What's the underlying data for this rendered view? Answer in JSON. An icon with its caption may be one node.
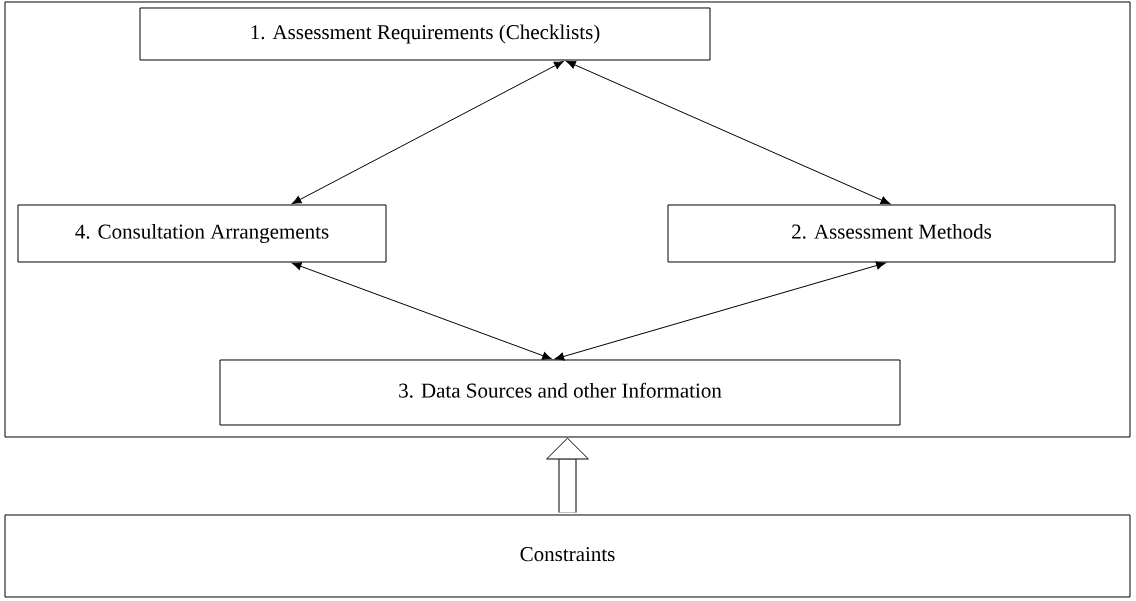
{
  "diagram": {
    "nodes": [
      {
        "text": [],
        "shape": "box"
      },
      {
        "text": [
          "1. Assessment Requirements (Checklists)"
        ],
        "in": 0
      },
      {
        "text": [
          "4. Consultation Arrangements"
        ],
        "in": 0
      },
      {
        "text": [
          "2. Assessment Methods"
        ],
        "in": 0
      },
      {
        "text": [
          "3. Data Sources and other Information"
        ],
        "in": 0
      },
      {
        "text": [
          "Constraints"
        ]
      }
    ],
    "edges": [
      {
        "from": 1,
        "to": 2,
        "arrow": "both"
      },
      {
        "from": 1,
        "to": 3,
        "arrow": "both"
      },
      {
        "from": 2,
        "to": 4,
        "arrow": "both"
      },
      {
        "from": 3,
        "to": 4,
        "arrow": "both"
      },
      {
        "from": 5,
        "to": 0,
        "arrow": "to",
        "style": "thick"
      }
    ]
  }
}
